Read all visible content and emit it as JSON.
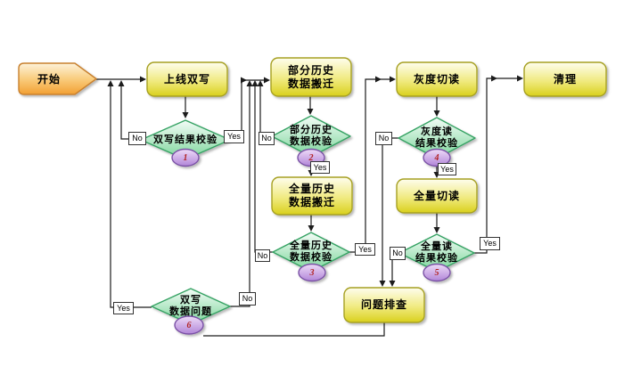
{
  "diagram": {
    "type": "flowchart",
    "background": "#ffffff",
    "description": "data migration double-write cutover flow"
  },
  "edge_labels": {
    "yes": "Yes",
    "no": "No"
  },
  "nodes": {
    "start": {
      "label": "开始"
    },
    "online_double_write": {
      "label": "上线双写"
    },
    "partial_history_migration": {
      "line1": "部分历史",
      "line2": "数据搬迁"
    },
    "full_history_migration": {
      "line1": "全量历史",
      "line2": "数据搬迁"
    },
    "gray_switch_read": {
      "label": "灰度切读"
    },
    "full_switch_read": {
      "label": "全量切读"
    },
    "cleanup": {
      "label": "清理"
    },
    "problem_investigation": {
      "label": "问题排查"
    }
  },
  "decisions": {
    "double_write_check": {
      "line1": "双写结果校验",
      "badge": "1"
    },
    "partial_history_check": {
      "line1": "部分历史",
      "line2": "数据校验",
      "badge": "2"
    },
    "full_history_check": {
      "line1": "全量历史",
      "line2": "数据校验",
      "badge": "3"
    },
    "gray_read_check": {
      "line1": "灰度读",
      "line2": "结果校验",
      "badge": "4"
    },
    "full_read_check": {
      "line1": "全量读",
      "line2": "结果校验",
      "badge": "5"
    },
    "double_write_problem": {
      "line1": "双写",
      "line2": "数据问题",
      "badge": "6"
    }
  },
  "colors": {
    "process_fill_top": "#fefdee",
    "process_fill_mid": "#f0ea80",
    "process_fill_bottom": "#d9d01c",
    "process_border": "#a6a022",
    "start_fill_top": "#fdf2da",
    "start_fill_mid": "#f9cd7e",
    "start_fill_bottom": "#f2a033",
    "start_border": "#c8802f",
    "decision_fill_top": "#f4fcf7",
    "decision_fill_bottom": "#7bd59a",
    "decision_border": "#35a263",
    "badge_fill_top": "#eedbf8",
    "badge_fill_bottom": "#b286d8",
    "badge_border": "#7a51a5",
    "badge_text": "#b22222",
    "connector": "#1c1c1c",
    "label_bg": "#ffffff",
    "label_border": "#333333",
    "text": "#000000"
  }
}
